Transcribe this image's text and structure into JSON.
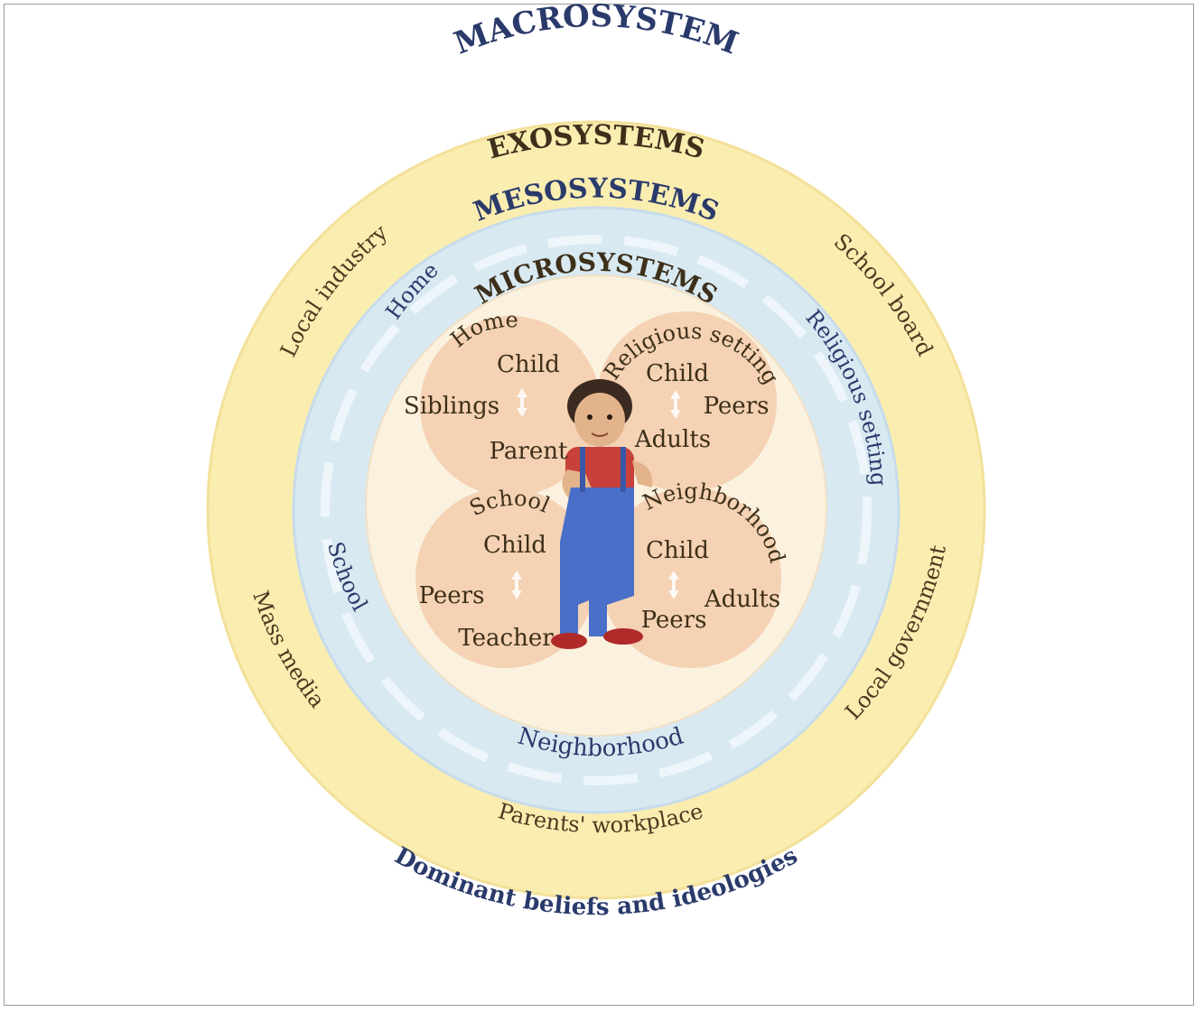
{
  "title_macro": "MACROSYSTEM",
  "title_exo": "EXOSYSTEMS",
  "title_meso": "MESOSYSTEMS",
  "title_micro": "MICROSYSTEMS",
  "macro_items": {
    "bottom": "Dominant beliefs and ideologies"
  },
  "exo_items": {
    "local_industry": "Local industry",
    "school_board": "School board",
    "mass_media": "Mass media",
    "local_government": "Local government",
    "parents_workplace": "Parents' workplace"
  },
  "meso_items": {
    "home": "Home",
    "religious_setting": "Religious setting",
    "school": "School",
    "neighborhood": "Neighborhood"
  },
  "micro": {
    "home": {
      "title": "Home",
      "child": "Child",
      "left": "Siblings",
      "bottom": "Parent"
    },
    "religious": {
      "title": "Religious setting",
      "child": "Child",
      "right": "Peers",
      "bottom": "Adults"
    },
    "school": {
      "title": "School",
      "child": "Child",
      "left": "Peers",
      "bottom": "Teacher"
    },
    "neighborhood": {
      "title": "Neighborhood",
      "child": "Child",
      "right": "Adults",
      "bottom": "Peers"
    }
  },
  "colors": {
    "exo_ring": "#faedb0",
    "meso_ring": "#d8e9f2",
    "micro_disk": "#fbf1df",
    "micro_lobe": "#f4d2b3",
    "macro_text": "#2a3a6b"
  }
}
